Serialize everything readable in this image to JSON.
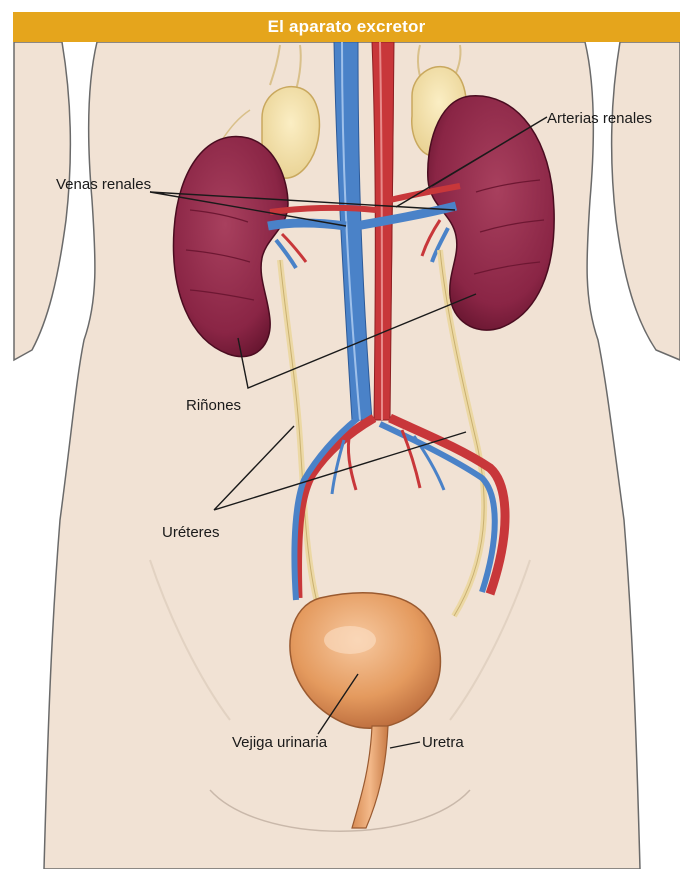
{
  "title": "El aparato excretor",
  "labels": {
    "arterias_renales": "Arterias renales",
    "venas_renales": "Venas renales",
    "rinones": "Riñones",
    "ureteres": "Uréteres",
    "vejiga": "Vejiga urinaria",
    "uretra": "Uretra"
  },
  "colors": {
    "title_bar": "#e5a51c",
    "skin": "#f1e2d4",
    "kidney": "#8e2a48",
    "vein": "#4a82c8",
    "artery": "#c8373a",
    "ureter": "#ecd8a4",
    "bladder": "#e49a5e"
  }
}
